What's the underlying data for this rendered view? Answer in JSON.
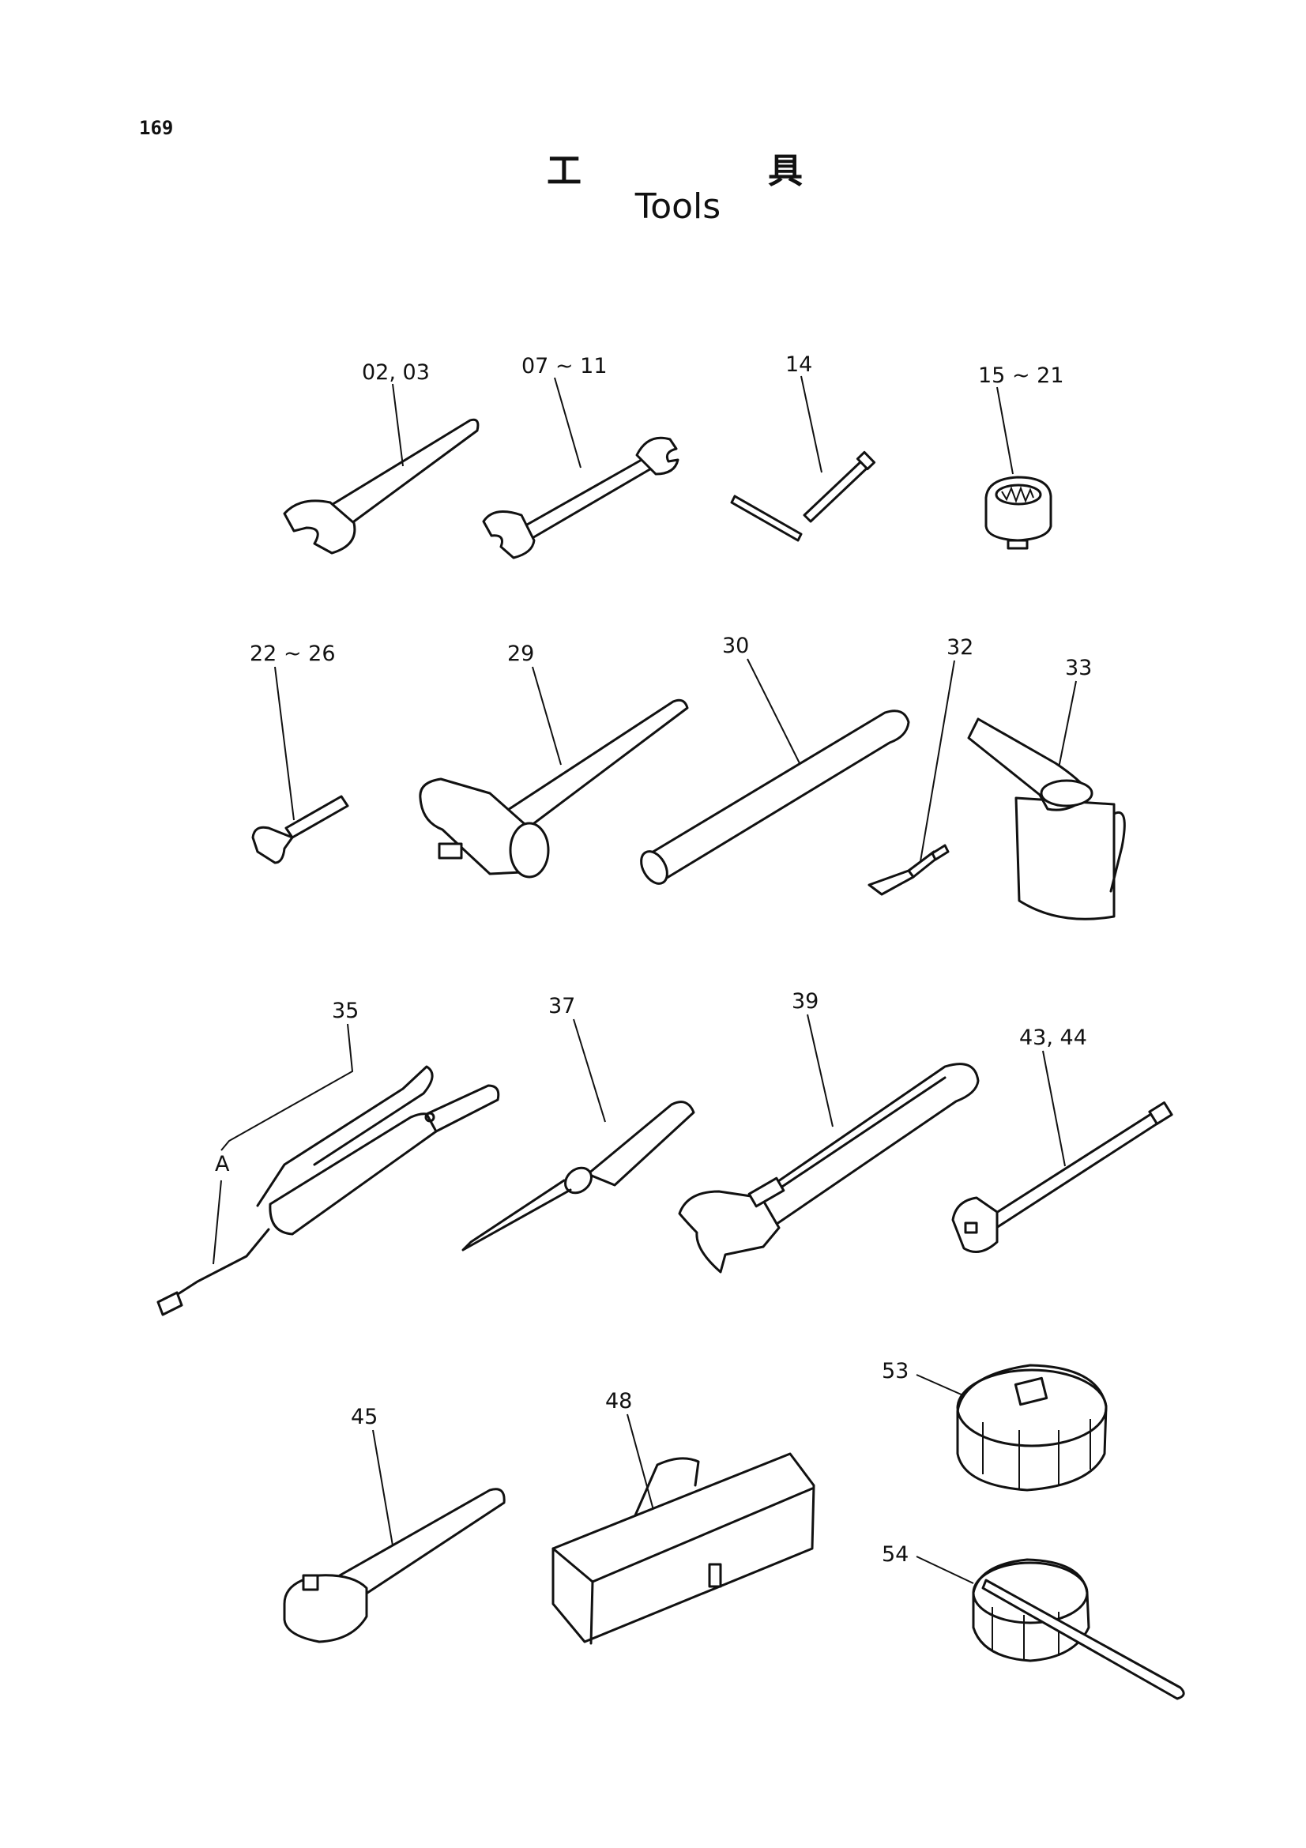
{
  "page": {
    "number": "169",
    "title_jp_left": "工",
    "title_jp_right": "具",
    "title_en": "Tools"
  },
  "callouts": {
    "wrench_02_03": "02, 03",
    "wrench_07_11": "07 ~ 11",
    "tbar_14": "14",
    "socket_15_21": "15 ~ 21",
    "hexkey_22_26": "22 ~ 26",
    "hammer_29": "29",
    "pipe_30": "30",
    "key_32": "32",
    "oilcan_33": "33",
    "greasegun_35": "35",
    "greasegun_A": "A",
    "screwdriver_37": "37",
    "adjwrench_39": "39",
    "extension_43_44": "43, 44",
    "ratchet_45": "45",
    "toolbox_48": "48",
    "filterwrench_53": "53",
    "filterwrench_54": "54"
  }
}
